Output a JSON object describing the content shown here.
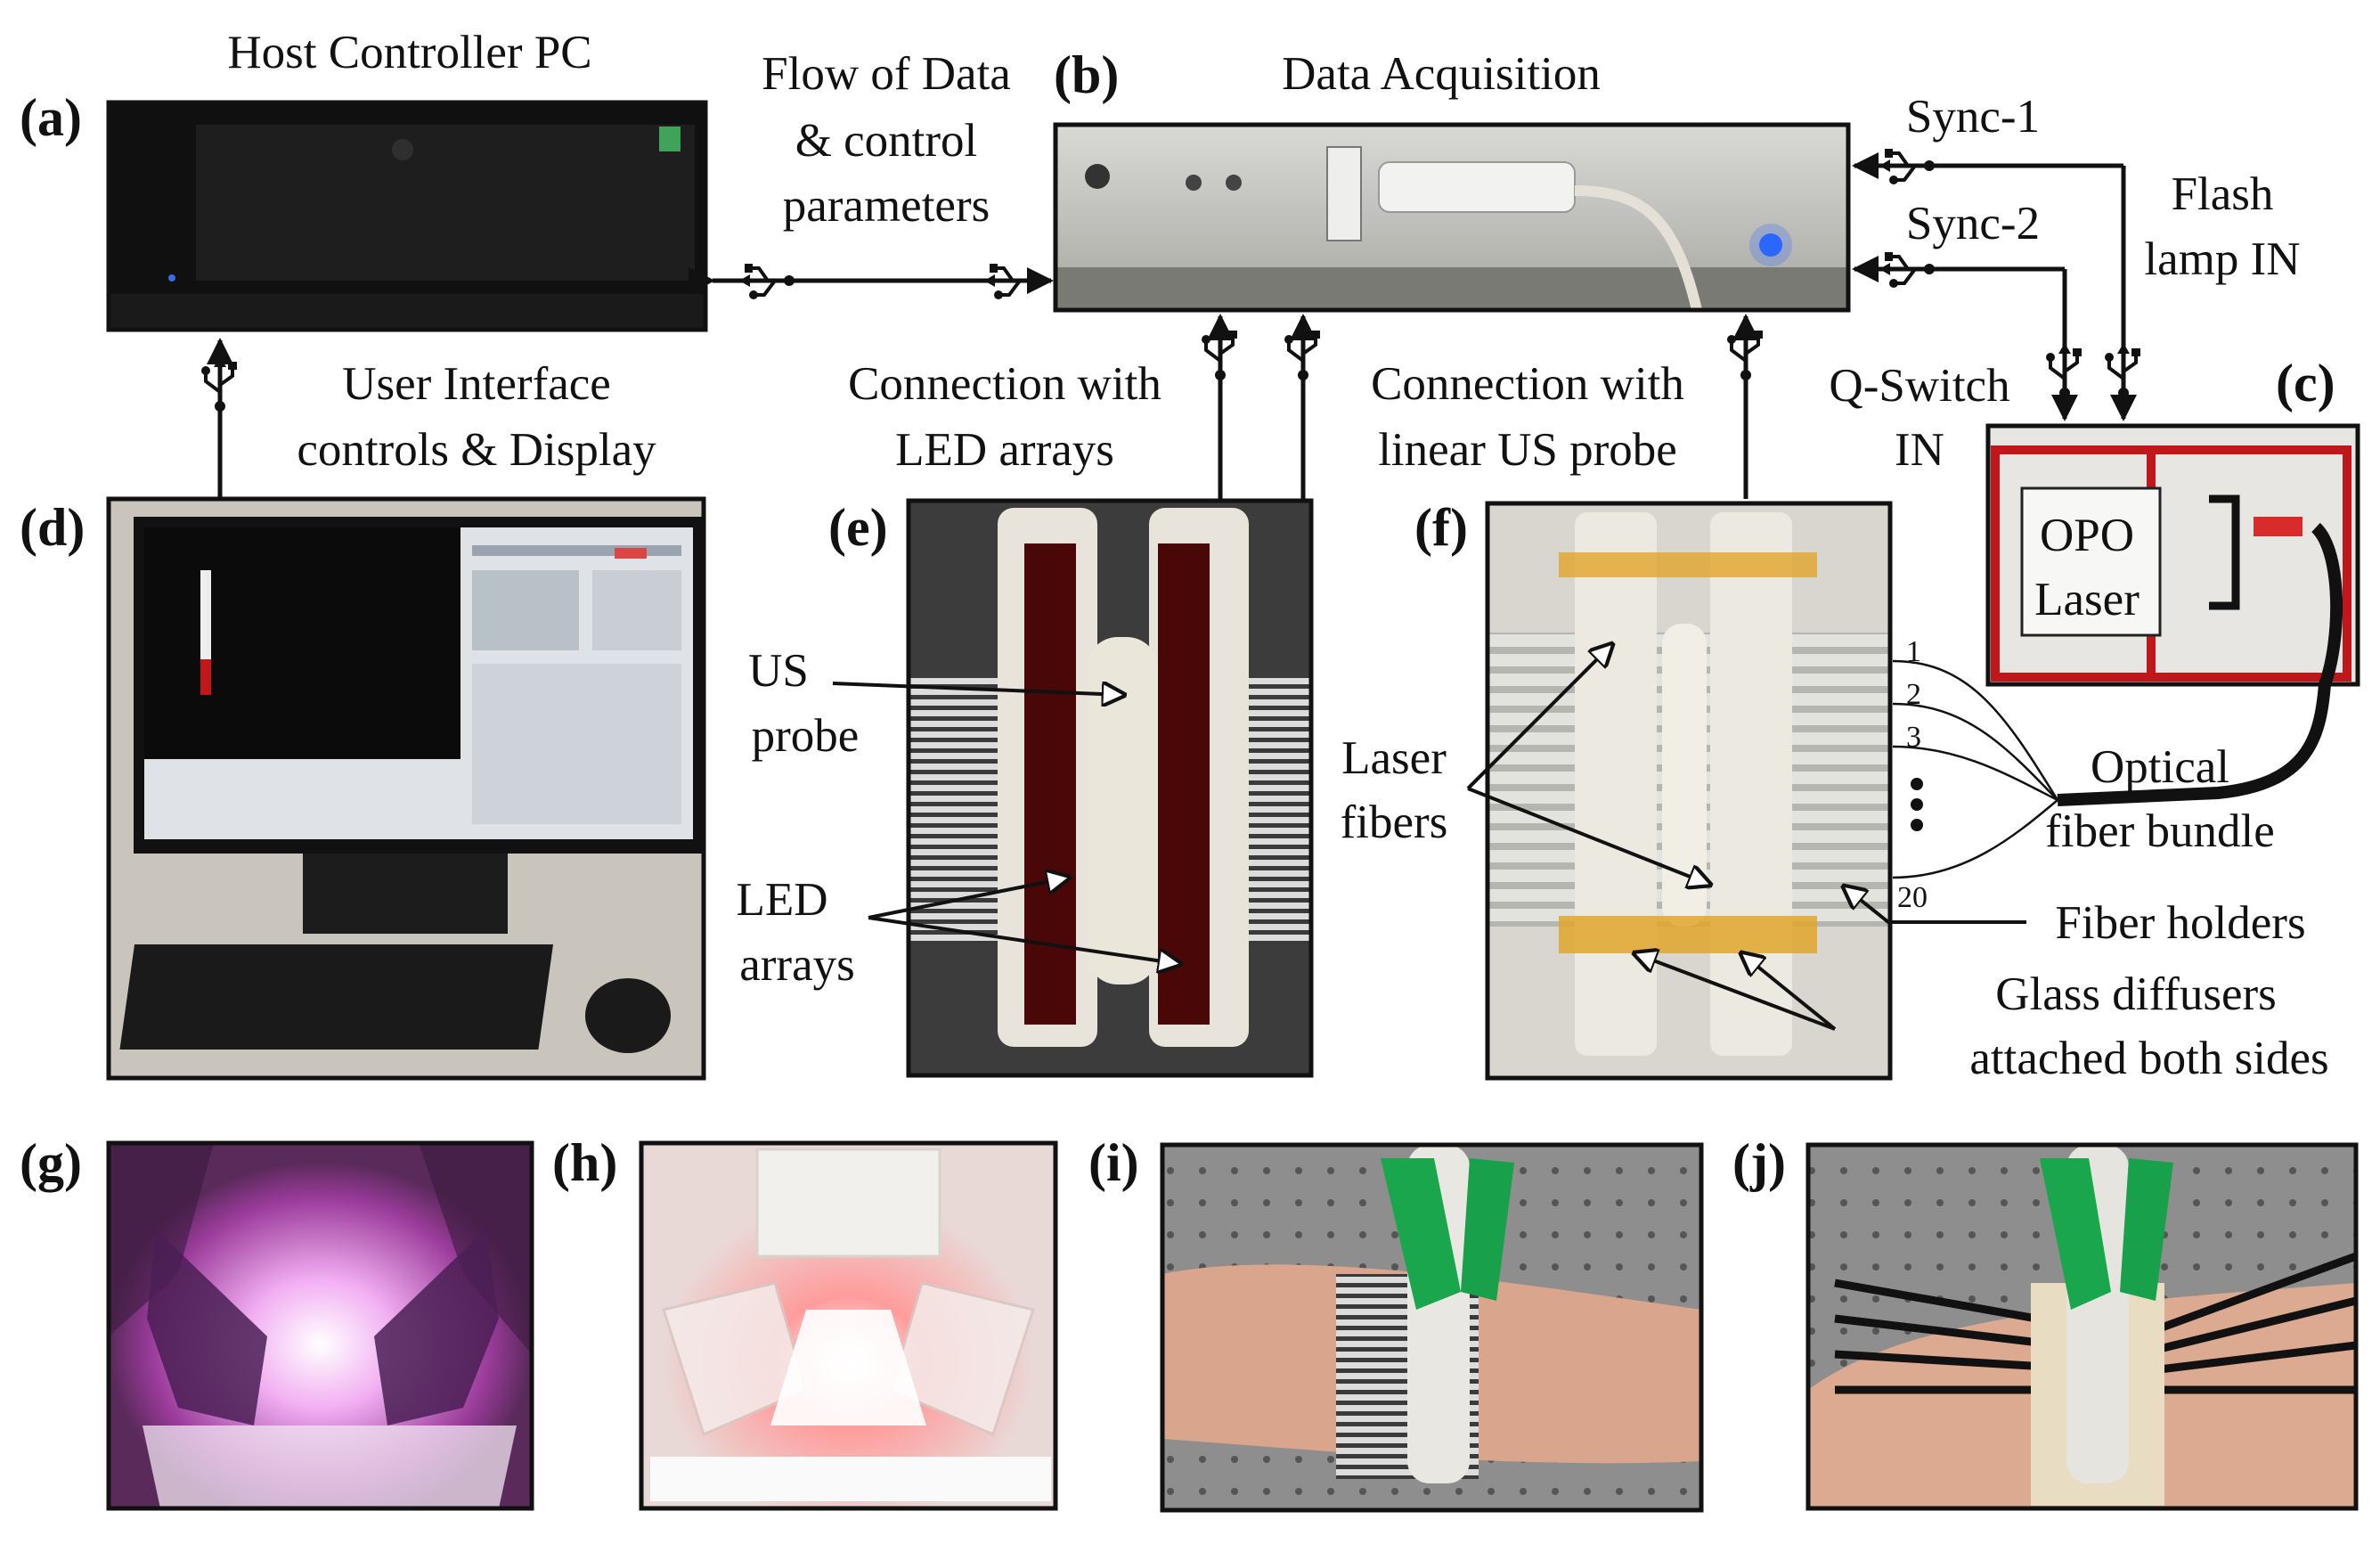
{
  "labels": {
    "host_pc": "Host Controller PC",
    "flow1": "Flow of Data",
    "flow2": "& control",
    "flow3": "parameters",
    "daq": "Data Acquisition",
    "sync1": "Sync-1",
    "sync2": "Sync-2",
    "flash1": "Flash",
    "flash2": "lamp IN",
    "ui1": "User Interface",
    "ui2": "controls & Display",
    "led_conn1": "Connection with",
    "led_conn2": "LED arrays",
    "us_conn1": "Connection with",
    "us_conn2": "linear US probe",
    "qsw1": "Q-Switch",
    "qsw2": "IN",
    "opo1": "OPO",
    "opo2": "Laser",
    "us_probe1": "US",
    "us_probe2": "probe",
    "led_arrays1": "LED",
    "led_arrays2": "arrays",
    "laser_fibers1": "Laser",
    "laser_fibers2": "fibers",
    "optical1": "Optical",
    "optical2": "fiber bundle",
    "fiber_holders": "Fiber holders",
    "glass1": "Glass diffusers",
    "glass2": "attached both sides",
    "n1": "1",
    "n2": "2",
    "n3": "3",
    "n20": "20"
  },
  "panels": {
    "a": "(a)",
    "b": "(b)",
    "c": "(c)",
    "d": "(d)",
    "e": "(e)",
    "f": "(f)",
    "g": "(g)",
    "h": "(h)",
    "i": "(i)",
    "j": "(j)"
  }
}
